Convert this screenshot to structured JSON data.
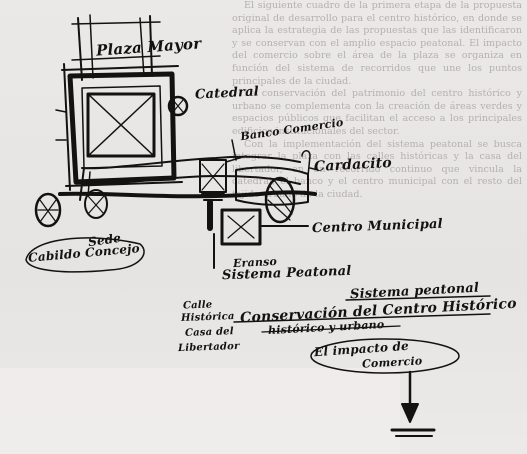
{
  "diagram": {
    "labels": {
      "plaza_mayor": "Plaza Mayor",
      "catedral": "Catedral",
      "banco_comercio": "Banco Comercio",
      "cardacito": "Cardacito",
      "centro_municipal": "Centro Municipal",
      "eranso": "Eranso",
      "sistema_peatonal_1": "Sistema Peatonal",
      "sede_line1": "Sede",
      "sede_line2": "Cabildo Concejo",
      "calle_line1": "Calle",
      "calle_line2": "Histórica",
      "calle_line3": "Casa del",
      "calle_line4": "Libertador",
      "sistema_peatonal_2": "Sistema peatonal",
      "conservacion": "Conservación del Centro Histórico",
      "historico": "histórico y urbano",
      "impacto_line1": "El impacto de",
      "impacto_line2": "Comercio"
    }
  },
  "background_text": {
    "paragraphs": [
      "El siguiente cuadro de la primera etapa de la propuesta original de desarrollo para el centro histórico, en donde se aplica la estrategia de las propuestas que las identificaron y se conservan con el amplio espacio peatonal. El impacto del comercio sobre el área de la plaza se organiza en función del sistema de recorridos que une los puntos principales de la ciudad.",
      "La conservación del patrimonio del centro histórico y urbano se complementa con la creación de áreas verdes y espacios públicos que facilitan el acceso a los principales edificios institucionales del sector.",
      "Con la implementación del sistema peatonal se busca integrar la plaza con las calles históricas y la casa del libertador, en un recorrido continuo que vincula la catedral, el banco y el centro municipal con el resto del tejido urbano de la ciudad."
    ]
  }
}
